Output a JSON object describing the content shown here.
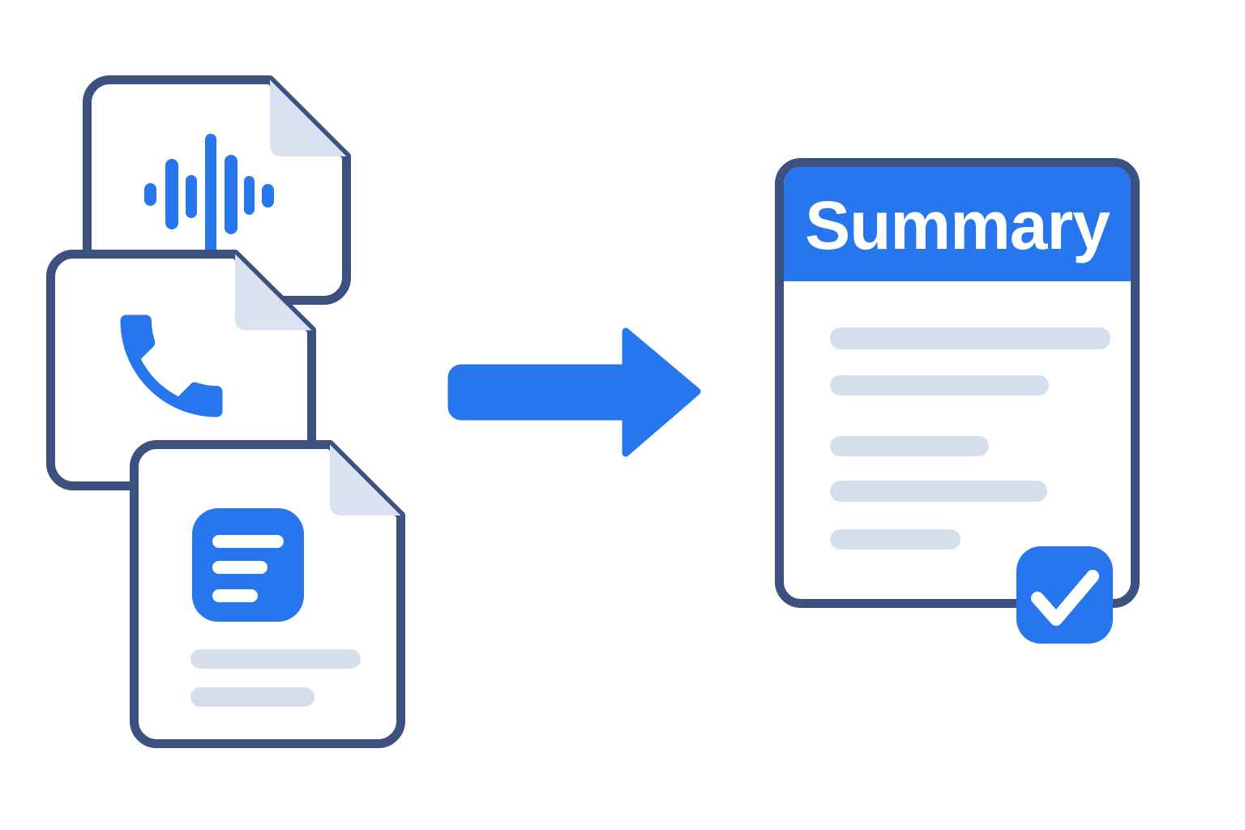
{
  "illustration": {
    "source_documents": [
      {
        "label": "audio-recording-document",
        "icon": "audio-waveform-icon"
      },
      {
        "label": "phone-call-document",
        "icon": "phone-icon"
      },
      {
        "label": "text-notes-document",
        "icon": "document-text-icon"
      }
    ],
    "arrow": {
      "icon": "right-arrow-icon",
      "direction": "right"
    },
    "summary_document": {
      "header_label": "Summary",
      "placeholder_line_count": 5,
      "status_icon": "checkmark-icon"
    },
    "colors": {
      "accent_blue": "#2776EE",
      "outline_navy": "#3D5180",
      "fold_gray": "#DAE1F0",
      "line_gray": "#D5DEEC",
      "white": "#FFFFFF",
      "background": "#FFFFFF"
    }
  }
}
